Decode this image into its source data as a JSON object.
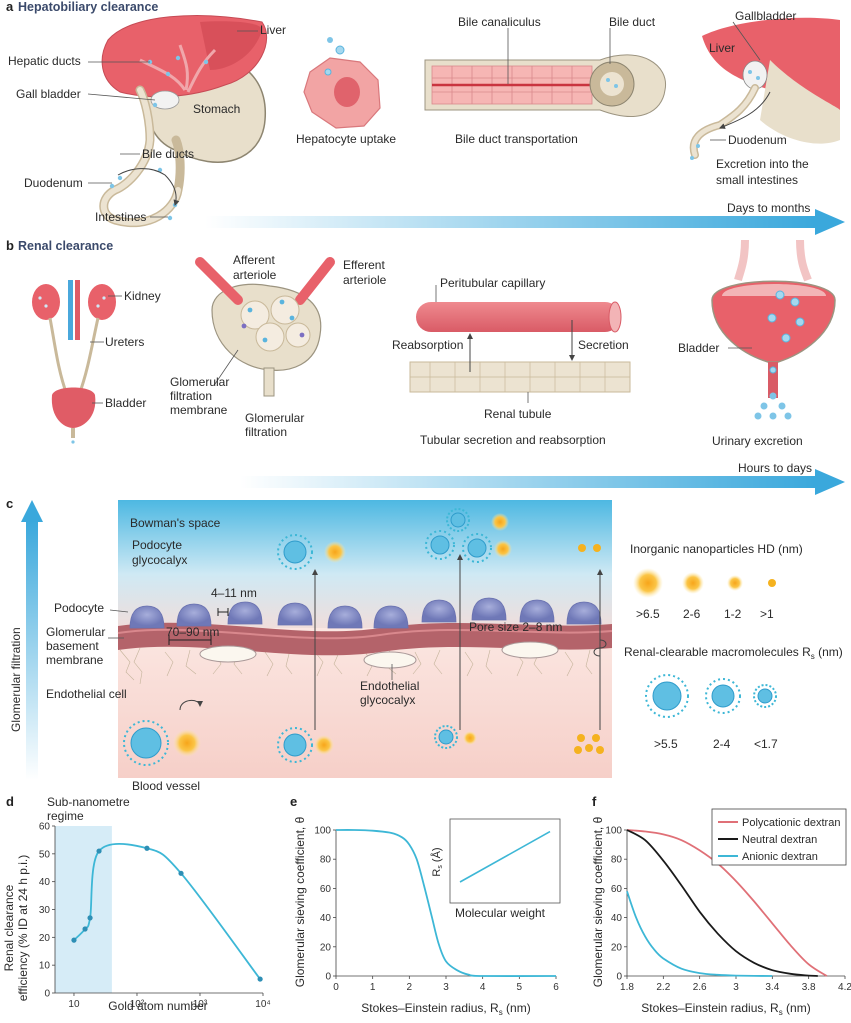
{
  "panel_a": {
    "letter": "a",
    "title": "Hepatobiliary clearance",
    "labels": {
      "liver": "Liver",
      "hepatic_ducts": "Hepatic ducts",
      "gall_bladder": "Gall bladder",
      "stomach": "Stomach",
      "bile_ducts": "Bile ducts",
      "duodenum": "Duodenum",
      "intestines": "Intestines",
      "hepatocyte_uptake": "Hepatocyte uptake",
      "bile_canaliculus": "Bile canaliculus",
      "bile_duct": "Bile duct",
      "bile_duct_transportation": "Bile duct transportation",
      "gallbladder": "Gallbladder",
      "liver2": "Liver",
      "duodenum2": "Duodenum",
      "excretion_line1": "Excretion into the",
      "excretion_line2": "small intestines"
    },
    "timescale": "Days to months"
  },
  "panel_b": {
    "letter": "b",
    "title": "Renal clearance",
    "labels": {
      "kidney": "Kidney",
      "ureters": "Ureters",
      "bladder": "Bladder",
      "afferent_line1": "Afferent",
      "afferent_line2": "arteriole",
      "efferent_line1": "Efferent",
      "efferent_line2": "arteriole",
      "gfm_line1": "Glomerular",
      "gfm_line2": "filtration",
      "gfm_line3": "membrane",
      "gf_line1": "Glomerular",
      "gf_line2": "filtration",
      "peritubular": "Peritubular capillary",
      "reabsorption": "Reabsorption",
      "secretion": "Secretion",
      "renal_tubule": "Renal tubule",
      "tubular": "Tubular secretion and reabsorption",
      "bladder2": "Bladder",
      "urinary": "Urinary excretion"
    },
    "timescale": "Hours to days"
  },
  "panel_c": {
    "letter": "c",
    "vertical_label": "Glomerular filtration",
    "labels": {
      "bowman": "Bowman's space",
      "podocyte_glyco1": "Podocyte",
      "podocyte_glyco2": "glycocalyx",
      "gap": "4–11 nm",
      "podocyte": "Podocyte",
      "gbm1": "Glomerular",
      "gbm2": "basement",
      "gbm3": "membrane",
      "gbm_width": "70–90 nm",
      "pore": "Pore size 2–8 nm",
      "endothelial_cell": "Endothelial cell",
      "endo_glyco1": "Endothelial",
      "endo_glyco2": "glycocalyx",
      "blood_vessel": "Blood vessel"
    },
    "legend": {
      "inorganic_title": "Inorganic nanoparticles HD (nm)",
      "inorganic_sizes": [
        ">6.5",
        "2-6",
        "1-2",
        ">1"
      ],
      "macro_title": "Renal-clearable macromolecules R",
      "macro_sub": "s",
      "macro_unit": " (nm)",
      "macro_sizes": [
        ">5.5",
        "2-4",
        "<1.7"
      ]
    }
  },
  "panel_d": {
    "letter": "d",
    "annotation_line1": "Sub-nanometre",
    "annotation_line2": "regime",
    "ylabel_line1": "Renal clearance",
    "ylabel_line2": "efficiency (% ID at 24 h p.i.)",
    "xlabel": "Gold atom number"
  },
  "panel_e": {
    "letter": "e",
    "ylabel": "Glomerular sieving coefficient, θ",
    "xlabel": "Stokes–Einstein radius, R",
    "xlabel_sub": "s",
    "xlabel_unit": " (nm)",
    "inset_ylabel": "R",
    "inset_ylabel_sub": "s",
    "inset_ylabel_unit": " (Å)",
    "inset_xlabel": "Molecular weight"
  },
  "panel_f": {
    "letter": "f",
    "ylabel": "Glomerular sieving coefficient, θ",
    "xlabel": "Stokes–Einstein radius, R",
    "xlabel_sub": "s",
    "xlabel_unit": " (nm)"
  },
  "colors": {
    "liver": "#e8616a",
    "tissue": "#e9e0cf",
    "blue_particle": "#5ab4de",
    "gold_particle": "#f5b21f",
    "arrow_blue": "#4fb0dc",
    "podocyte": "#8e96c9",
    "membrane": "#b4636a",
    "cationic": "#e07077",
    "neutral": "#1a1a1a",
    "anionic": "#3db7d6"
  },
  "chart_data": [
    {
      "panel": "d",
      "type": "line",
      "x_scale": "log",
      "xlim": [
        5,
        10000
      ],
      "ylim": [
        0,
        60
      ],
      "x_ticks": [
        10,
        100,
        1000,
        10000
      ],
      "x_tick_labels": [
        "10",
        "10²",
        "10³",
        "10⁴"
      ],
      "y_ticks": [
        0,
        10,
        20,
        30,
        40,
        50,
        60
      ],
      "xlabel": "Gold atom number",
      "ylabel": "Renal clearance efficiency (% ID at 24 h p.i.)",
      "shaded_region_x": [
        5,
        40
      ],
      "points": [
        {
          "x": 10,
          "y": 19
        },
        {
          "x": 15,
          "y": 23
        },
        {
          "x": 18,
          "y": 27
        },
        {
          "x": 25,
          "y": 51
        },
        {
          "x": 144,
          "y": 52
        },
        {
          "x": 500,
          "y": 43
        },
        {
          "x": 9000,
          "y": 5
        }
      ]
    },
    {
      "panel": "e",
      "type": "line",
      "xlim": [
        0,
        6
      ],
      "ylim": [
        0,
        100
      ],
      "x_ticks": [
        0,
        1,
        2,
        3,
        4,
        5,
        6
      ],
      "y_ticks": [
        0,
        20,
        40,
        60,
        80,
        100
      ],
      "xlabel": "Stokes–Einstein radius, Rs (nm)",
      "ylabel": "Glomerular sieving coefficient, θ",
      "x": [
        0,
        0.5,
        1.0,
        1.5,
        1.8,
        2.0,
        2.2,
        2.4,
        2.6,
        2.8,
        3.0,
        3.3,
        3.6,
        4.0,
        6.0
      ],
      "y": [
        100,
        100,
        99.5,
        98,
        95,
        90,
        80,
        62,
        42,
        22,
        10,
        4,
        1,
        0,
        0
      ],
      "inset": {
        "xlabel": "Molecular weight",
        "ylabel": "Rs (Å)",
        "x": [
          0,
          1
        ],
        "y": [
          0.25,
          0.85
        ]
      }
    },
    {
      "panel": "f",
      "type": "line",
      "xlim": [
        1.8,
        4.2
      ],
      "ylim": [
        0,
        100
      ],
      "x_ticks": [
        1.8,
        2.2,
        2.6,
        3.0,
        3.4,
        3.8,
        4.2
      ],
      "y_ticks": [
        0,
        20,
        40,
        60,
        80,
        100
      ],
      "xlabel": "Stokes–Einstein radius, Rs (nm)",
      "ylabel": "Glomerular sieving coefficient, θ",
      "series": [
        {
          "name": "Polycationic dextran",
          "color": "#e07077",
          "x": [
            1.8,
            2.0,
            2.2,
            2.4,
            2.6,
            2.8,
            3.0,
            3.2,
            3.4,
            3.6,
            3.8,
            4.0
          ],
          "y": [
            100,
            99,
            97,
            93,
            86,
            77,
            65,
            51,
            36,
            21,
            8,
            0
          ]
        },
        {
          "name": "Neutral dextran",
          "color": "#1a1a1a",
          "x": [
            1.8,
            2.0,
            2.2,
            2.4,
            2.6,
            2.8,
            3.0,
            3.2,
            3.4,
            3.6,
            3.8,
            3.9
          ],
          "y": [
            100,
            93,
            79,
            62,
            44,
            29,
            17,
            9,
            4,
            1.5,
            0.3,
            0
          ]
        },
        {
          "name": "Anionic dextran",
          "color": "#3db7d6",
          "x": [
            1.8,
            1.9,
            2.0,
            2.1,
            2.2,
            2.4,
            2.6,
            2.8,
            3.0,
            3.2,
            3.4
          ],
          "y": [
            58,
            40,
            27,
            18,
            12,
            5,
            2,
            0.8,
            0.3,
            0.1,
            0
          ]
        }
      ]
    }
  ]
}
